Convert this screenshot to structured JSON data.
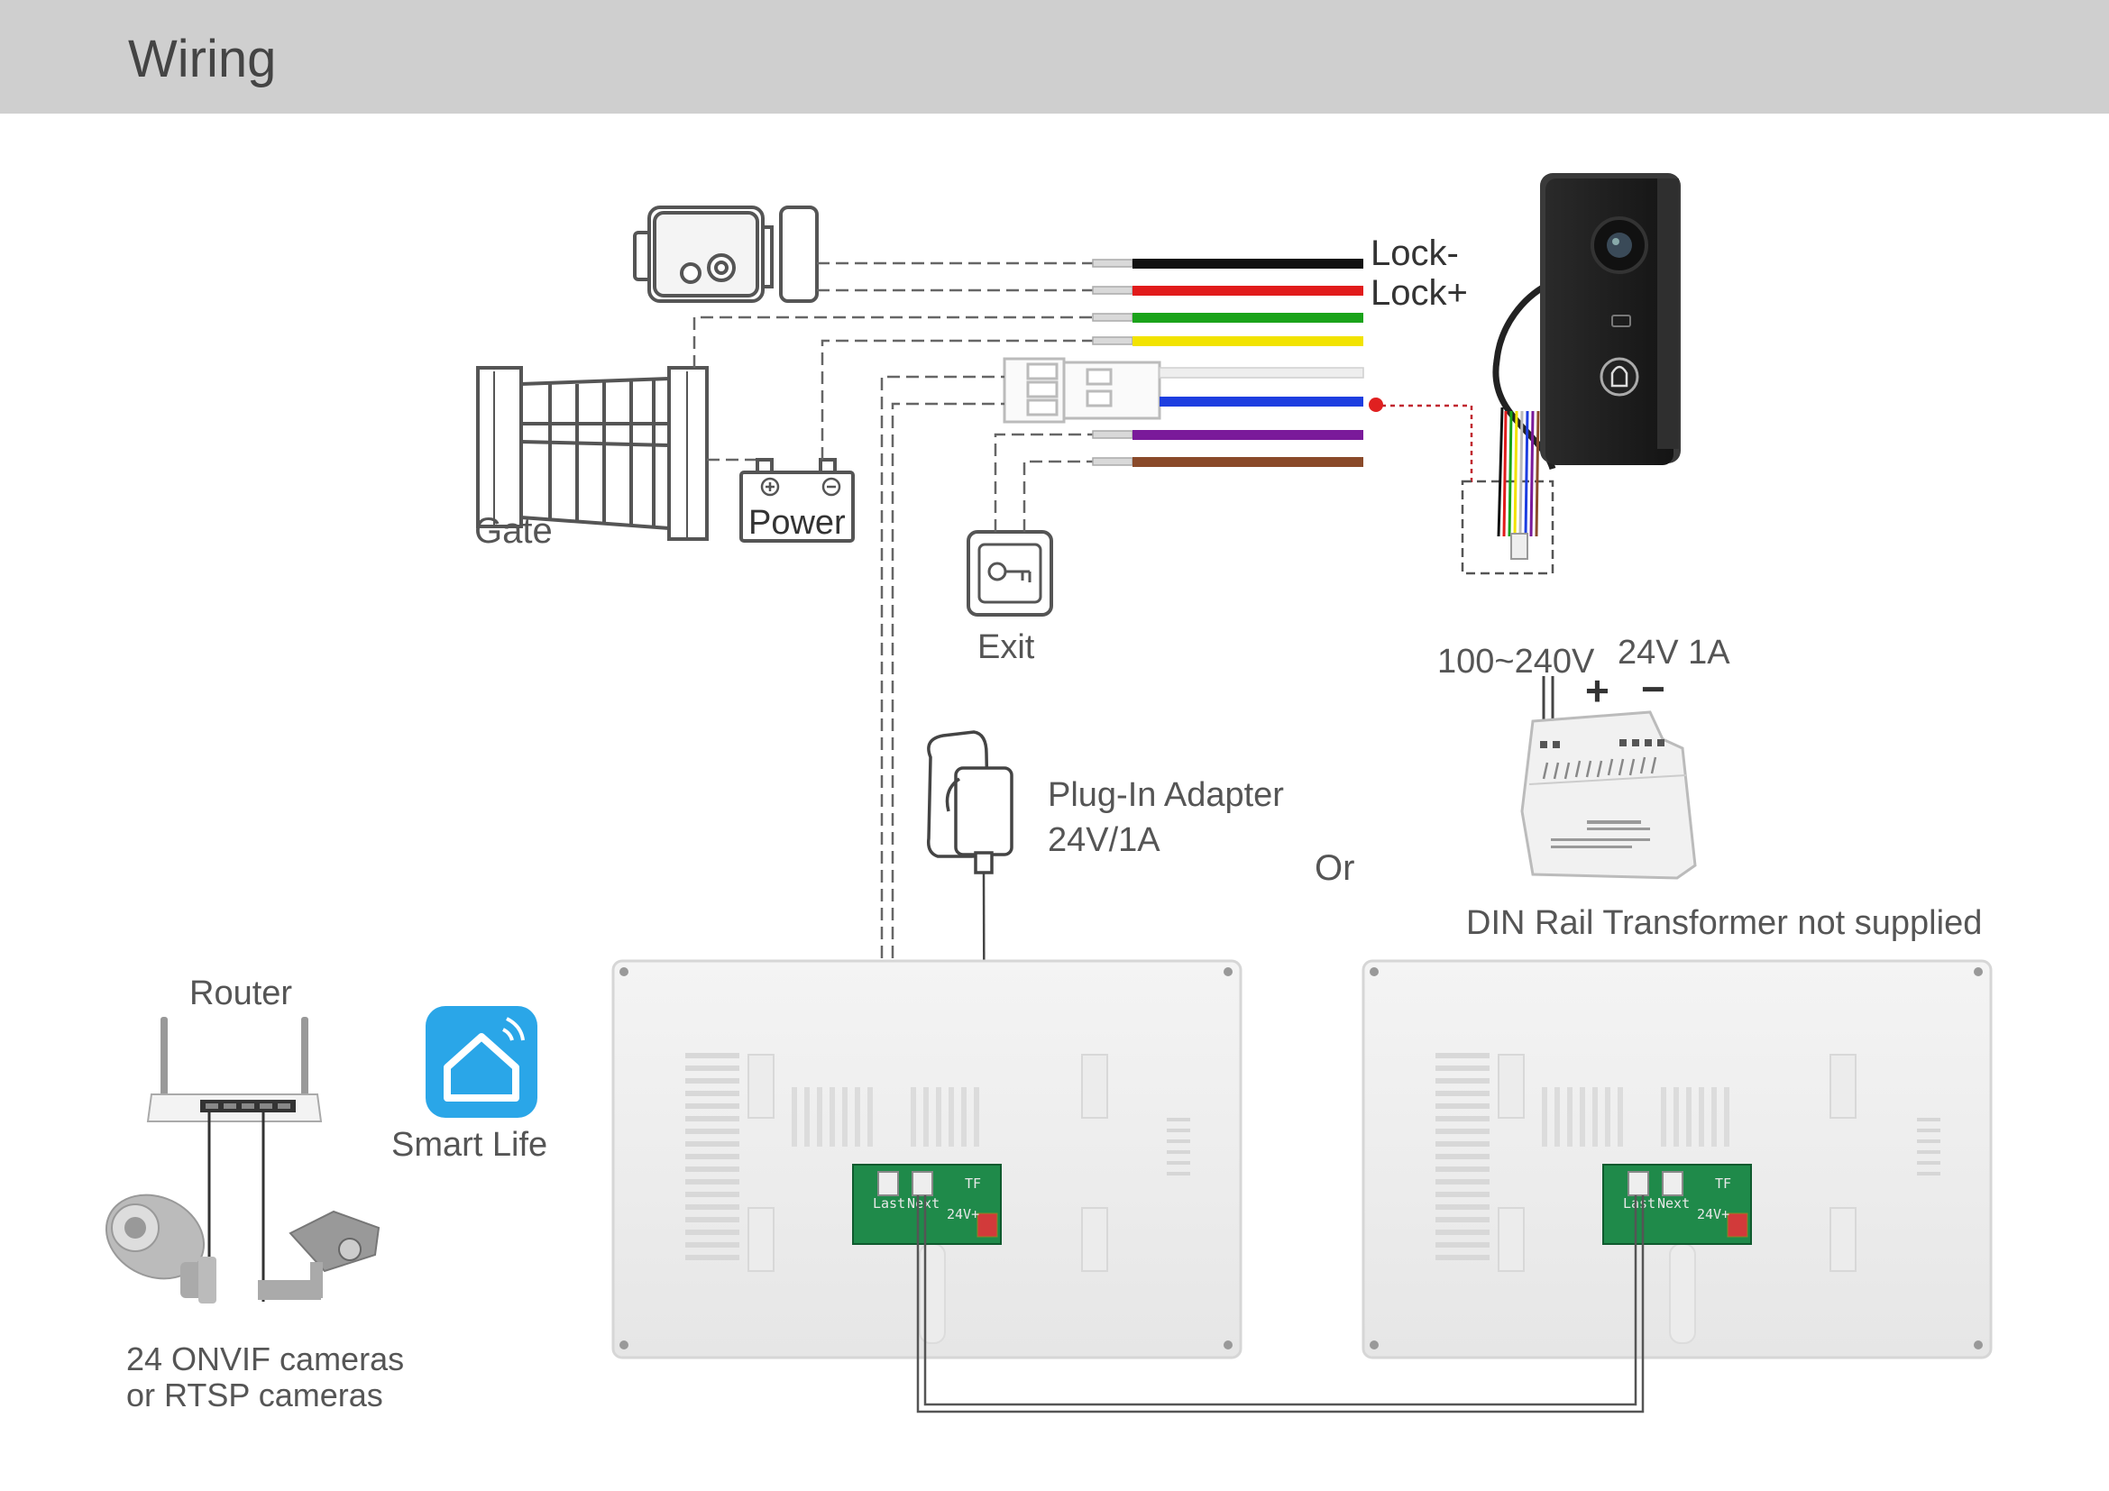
{
  "header": {
    "title": "Wiring"
  },
  "labels": {
    "lock_minus": "Lock-",
    "lock_plus": "Lock+",
    "gate": "Gate",
    "power": "Power",
    "exit": "Exit",
    "plug_adapter_line1": "Plug-In Adapter",
    "plug_adapter_line2": "24V/1A",
    "or": "Or",
    "voltage_in": "100~240V",
    "voltage_out": "24V 1A",
    "plus": "+",
    "minus": "−",
    "din_note": "DIN Rail Transformer not supplied",
    "router": "Router",
    "smart_life": "Smart Life",
    "cameras_line1": "24 ONVIF cameras",
    "cameras_line2": "or RTSP cameras",
    "pcb_last": "Last",
    "pcb_next": "Next",
    "pcb_tf": "TF",
    "pcb_24v": "24V+"
  },
  "wire_colors": [
    "#111111",
    "#e11b1b",
    "#1aa31a",
    "#f2e300",
    "#e6e6e6",
    "#1d3ee0",
    "#7a1a9a",
    "#8a4a2a"
  ],
  "colors": {
    "header_bg": "#cfcfcf",
    "pcb_green": "#1f8a4a",
    "app_blue": "#2aa6e8",
    "red_dot": "#e02020"
  },
  "icons": [
    "lock-icon",
    "gate-icon",
    "battery-icon",
    "exit-key-icon",
    "door-camera-icon",
    "plug-adapter-icon",
    "din-transformer-icon",
    "router-icon",
    "smart-life-home-icon",
    "cctv-camera-icon",
    "monitor-back-icon"
  ]
}
